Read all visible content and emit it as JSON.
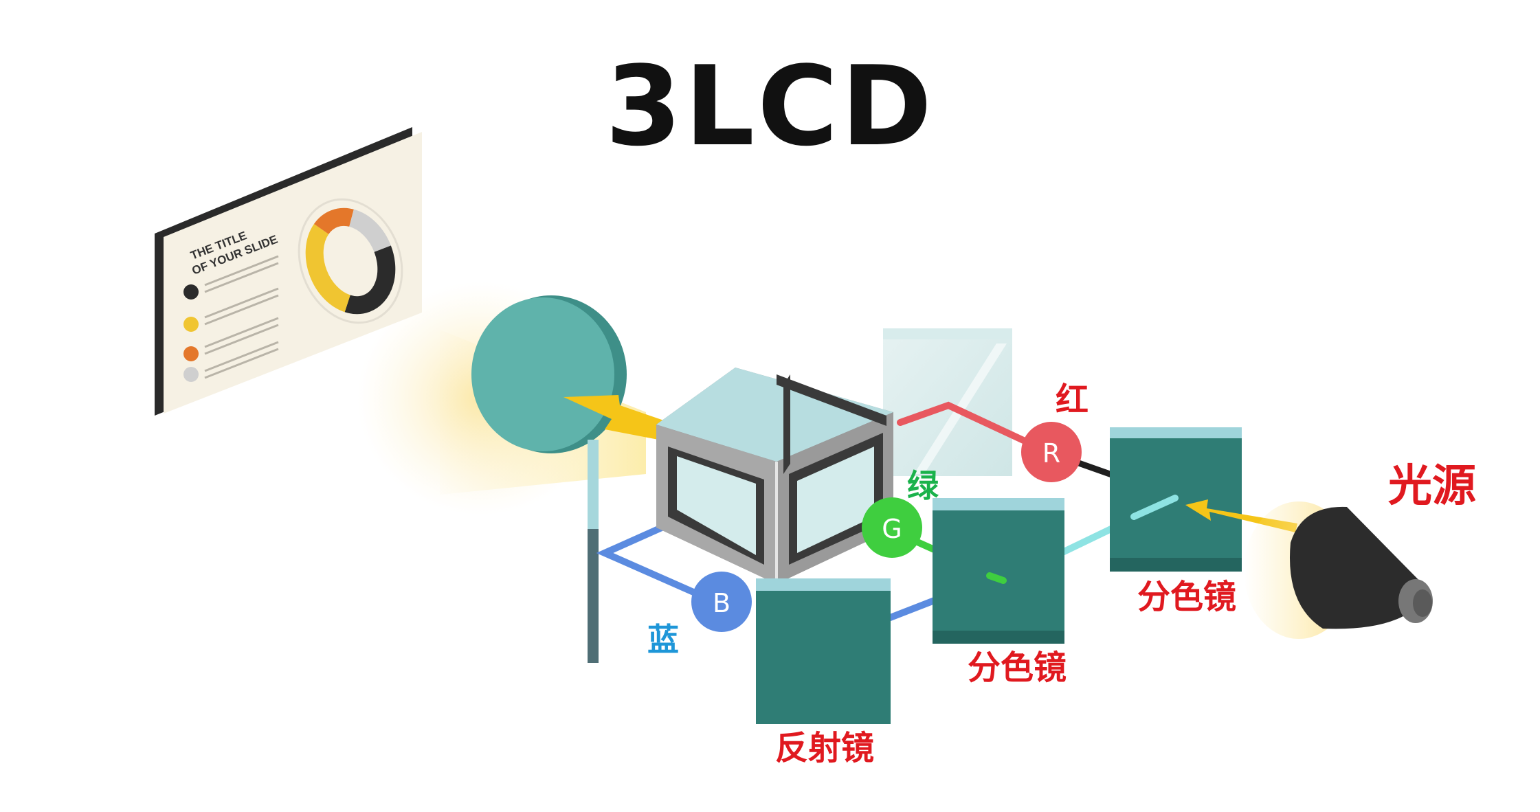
{
  "title": "3LCD",
  "screen": {
    "slide_title_line1": "THE TITLE",
    "slide_title_line2": "OF YOUR SLIDE"
  },
  "labels": {
    "light_source": "光源",
    "dichroic_mirror_right": "分色镜",
    "dichroic_mirror_middle": "分色镜",
    "reflector_mirror": "反射镜",
    "red": "红",
    "green": "绿",
    "blue": "蓝"
  },
  "badges": {
    "red": "R",
    "green": "G",
    "blue": "B"
  },
  "colors": {
    "red_path": "#e8585f",
    "green_path": "#3fce3f",
    "blue_path": "#5b8be0",
    "mirror_teal": "#2f7d75",
    "lens": "#5fb3ab",
    "arrow_yellow": "#f5c518",
    "label_red": "#e0191f",
    "label_green": "#1ab24b",
    "label_blue": "#1e96d8"
  }
}
